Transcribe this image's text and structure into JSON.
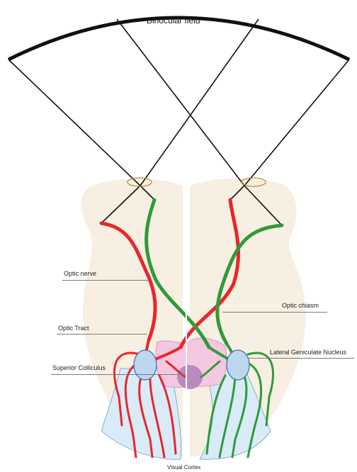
{
  "title": "Binocular field",
  "labels": {
    "optic_nerve": "Optic nerve",
    "optic_tract": "Optic Tract",
    "superior_colliculus": "Superior Colliculus",
    "optic_chiasm": "Optic chiasm",
    "lateral_geniculate_nucleus": "Lateral Geniculate Nucleus",
    "visual_cortex": "Visual Cortex"
  },
  "colors": {
    "brain": "#f7efe1",
    "red_pathway": "#e8262c",
    "green_pathway": "#2f9a3a",
    "geniculate": "#bcd7ee",
    "chiasm_region": "#f4c8e0",
    "colliculus": "#b98bc2",
    "cortex": "#d8ebf7",
    "eye_ring": "#b48a2a"
  }
}
